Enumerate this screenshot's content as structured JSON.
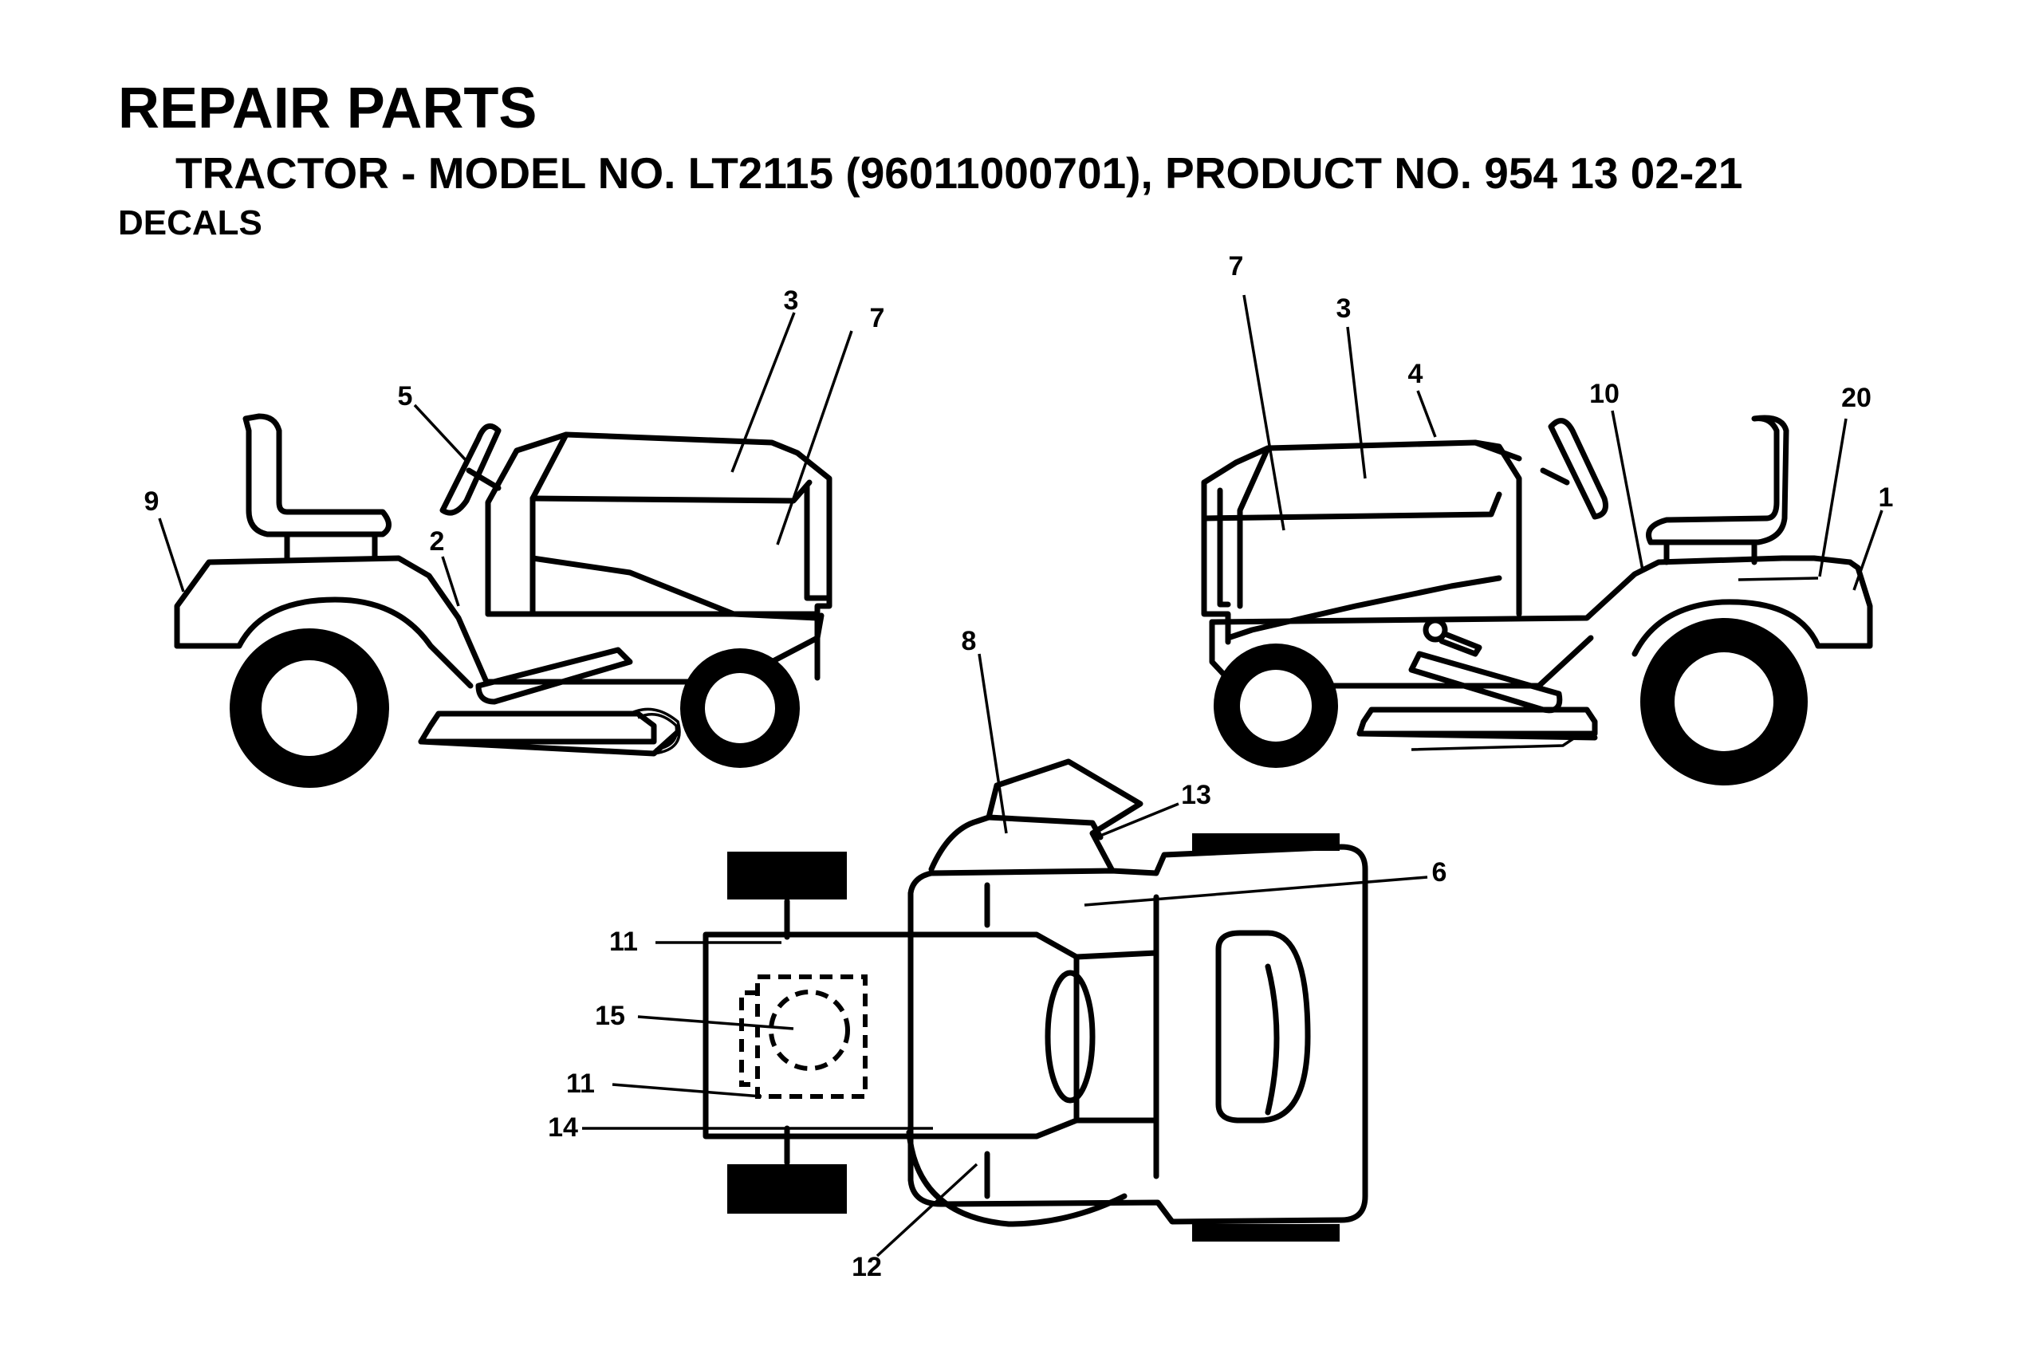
{
  "header": {
    "title": "REPAIR PARTS",
    "subtitle": "TRACTOR - MODEL NO. LT2115 (96011000701), PRODUCT NO. 954 13 02-21",
    "section": "DECALS"
  },
  "callouts": {
    "left_view": [
      "3",
      "7",
      "5",
      "9",
      "2"
    ],
    "right_view": [
      "7",
      "3",
      "4",
      "10",
      "20",
      "1"
    ],
    "top_view": [
      "8",
      "13",
      "6",
      "11",
      "15",
      "11",
      "14",
      "12"
    ]
  }
}
